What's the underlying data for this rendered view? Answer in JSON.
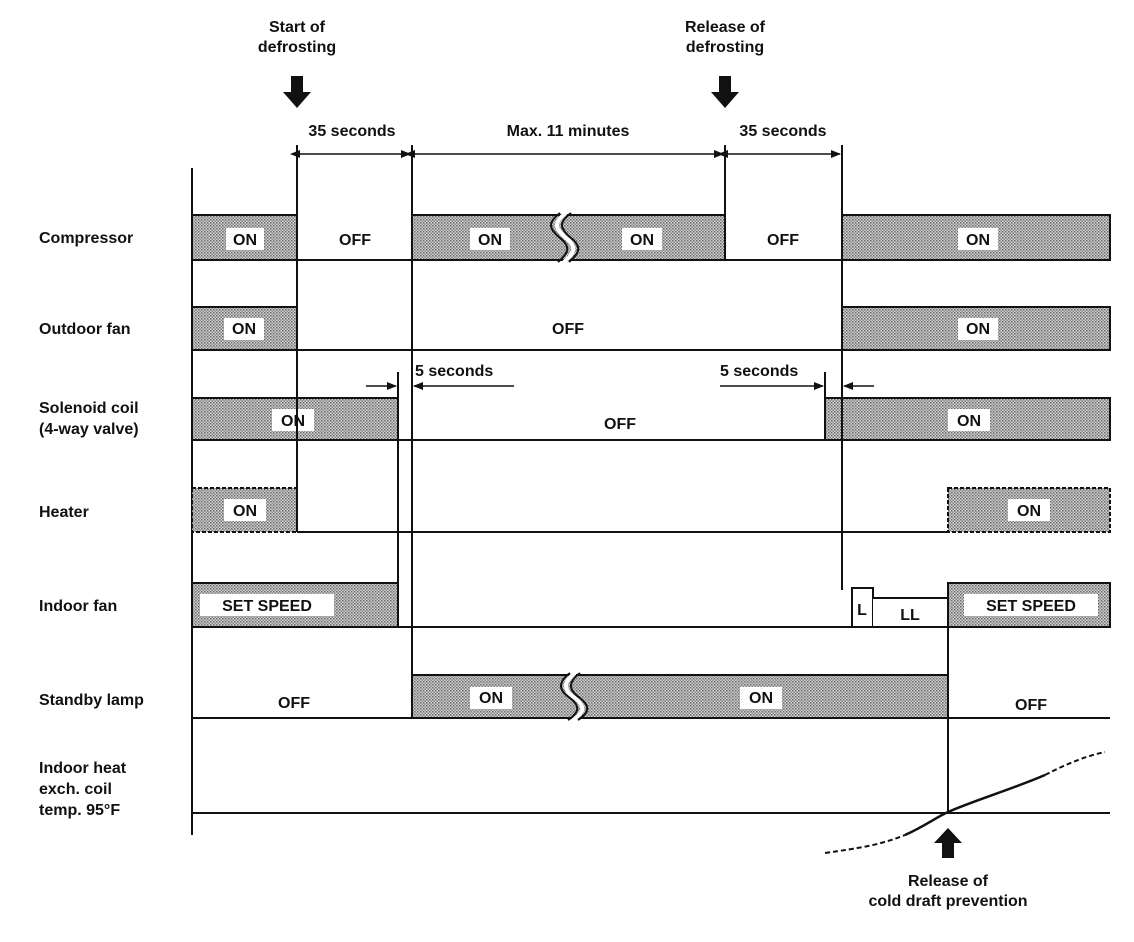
{
  "title": "Defrosting control timing chart",
  "events": {
    "start_defrost": [
      "Start of",
      "defrosting"
    ],
    "release_defrost": [
      "Release of",
      "defrosting"
    ],
    "release_cold_draft": [
      "Release of",
      "cold draft prevention"
    ]
  },
  "durations": {
    "first": "35 seconds",
    "middle": "Max. 11 minutes",
    "last": "35 seconds",
    "solenoid_delay_left": "5 seconds",
    "solenoid_delay_right": "5 seconds"
  },
  "rows": [
    {
      "label": [
        "Compressor"
      ],
      "states": [
        "ON",
        "OFF",
        "ON",
        "ON",
        "OFF",
        "ON"
      ]
    },
    {
      "label": [
        "Outdoor fan"
      ],
      "states": [
        "ON",
        "OFF",
        "ON"
      ]
    },
    {
      "label": [
        "Solenoid coil",
        "(4-way valve)"
      ],
      "states": [
        "ON",
        "OFF",
        "ON"
      ]
    },
    {
      "label": [
        "Heater"
      ],
      "states": [
        "ON",
        "ON"
      ]
    },
    {
      "label": [
        "Indoor fan"
      ],
      "states": [
        "SET SPEED",
        "L",
        "LL",
        "SET SPEED"
      ]
    },
    {
      "label": [
        "Standby lamp"
      ],
      "states": [
        "OFF",
        "ON",
        "ON",
        "OFF"
      ]
    },
    {
      "label": [
        "Indoor heat",
        "exch. coil",
        "temp.  95°F"
      ],
      "states": []
    }
  ],
  "colors": {
    "line": "#111111",
    "fill_dark": "#9a9a9a",
    "fill_light": "#c8c8c8",
    "paper": "#ffffff"
  }
}
